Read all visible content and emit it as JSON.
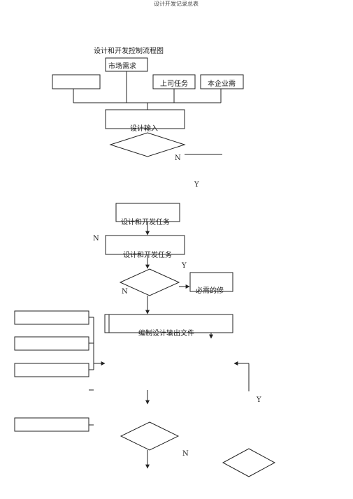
{
  "page": {
    "header": "设计开发记录总表",
    "title": "设计和开发控制流程图"
  },
  "nodes": {
    "market": "市场需求",
    "superior_task": "上司任务",
    "company_need": "本企业需",
    "design_input": "设计输入",
    "rd_task_1": "设计和开发任务",
    "rd_task_2": "设计和开发任务",
    "revise": "必需的修",
    "output_docs": "编制设计输出文件"
  },
  "labels": {
    "n1": "N",
    "y1": "Y",
    "n2": "N",
    "y2": "Y",
    "n3": "N",
    "y3": "Y",
    "n4": "N"
  }
}
